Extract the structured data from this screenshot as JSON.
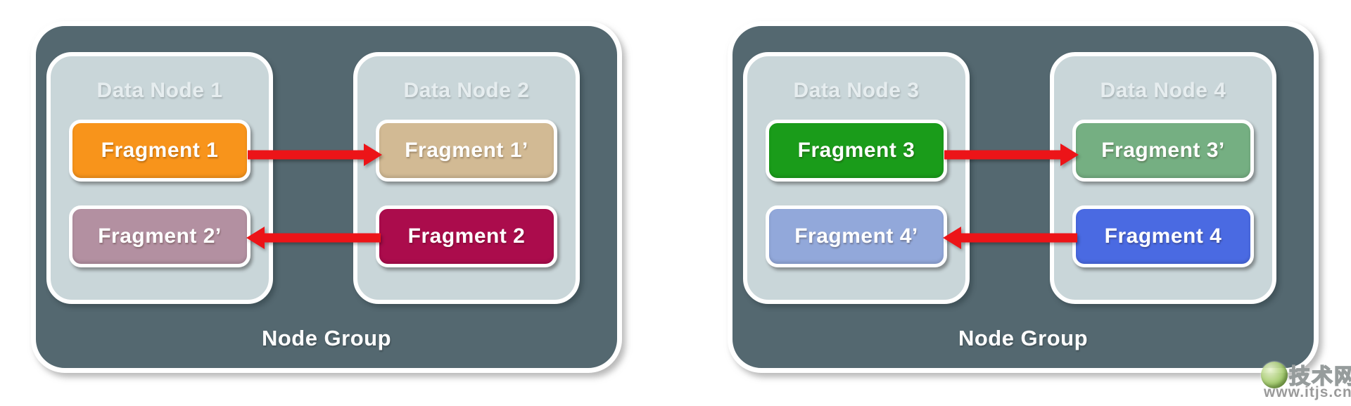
{
  "colors": {
    "page_bg": "#ffffff",
    "node_group_bg": "#546870",
    "data_node_bg": "#C9D6D9",
    "arrow": "#EC1418",
    "fragment_text": "#ffffff",
    "node_title_text": "#E6EDEF"
  },
  "groups": [
    {
      "label": "Node Group",
      "nodes": [
        {
          "title": "Data Node 1",
          "fragments": [
            {
              "label": "Fragment 1",
              "color": "#F8941B"
            },
            {
              "label": "Fragment 2’",
              "color": "#B390A1"
            }
          ]
        },
        {
          "title": "Data Node 2",
          "fragments": [
            {
              "label": "Fragment 1’",
              "color": "#D2BA94"
            },
            {
              "label": "Fragment 2",
              "color": "#AB0C4C"
            }
          ]
        }
      ],
      "arrows": [
        {
          "from": "Fragment 1",
          "to": "Fragment 1’",
          "direction": "right"
        },
        {
          "from": "Fragment 2",
          "to": "Fragment 2’",
          "direction": "left"
        }
      ]
    },
    {
      "label": "Node Group",
      "nodes": [
        {
          "title": "Data Node 3",
          "fragments": [
            {
              "label": "Fragment 3",
              "color": "#1A9C1A"
            },
            {
              "label": "Fragment 4’",
              "color": "#92A8DA"
            }
          ]
        },
        {
          "title": "Data Node 4",
          "fragments": [
            {
              "label": "Fragment 3’",
              "color": "#75AF82"
            },
            {
              "label": "Fragment 4",
              "color": "#4A6AE2"
            }
          ]
        }
      ],
      "arrows": [
        {
          "from": "Fragment 3",
          "to": "Fragment 3’",
          "direction": "right"
        },
        {
          "from": "Fragment 4",
          "to": "Fragment 4’",
          "direction": "left"
        }
      ]
    }
  ],
  "watermark": {
    "site_name": "技术网",
    "site_url": "www.itjs.cn",
    "logo_icon": "green-globe"
  }
}
